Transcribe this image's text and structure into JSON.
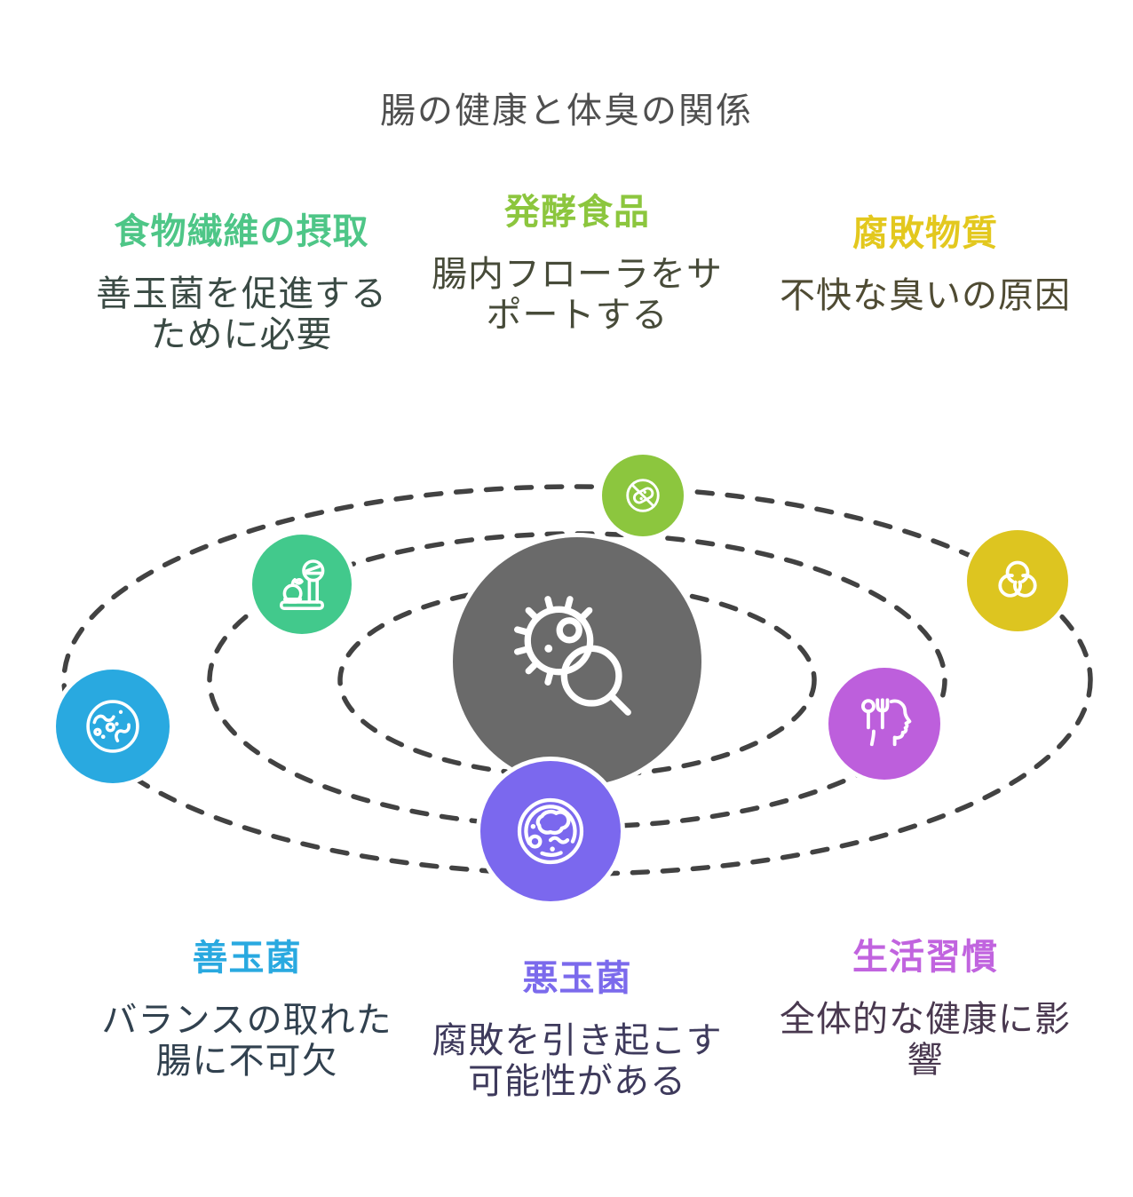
{
  "title": {
    "text": "腸の健康と体臭の関係",
    "color": "#4f4f4f"
  },
  "topics": [
    {
      "id": "fiber",
      "heading": "食物繊維の摂取",
      "body": "善玉菌を促進する\nために必要",
      "heading_color": "#4ec687",
      "body_color": "#3a4a44"
    },
    {
      "id": "fermented",
      "heading": "発酵食品",
      "body": "腸内フローラをサ\nポートする",
      "heading_color": "#8cc63e",
      "body_color": "#474b39"
    },
    {
      "id": "putrefactive",
      "heading": "腐敗物質",
      "body": "不快な臭いの原因",
      "heading_color": "#e3c81e",
      "body_color": "#4f4b33"
    },
    {
      "id": "good-bacteria",
      "heading": "善玉菌",
      "body": "バランスの取れた\n腸に不可欠",
      "heading_color": "#29a9e0",
      "body_color": "#31414f"
    },
    {
      "id": "bad-bacteria",
      "heading": "悪玉菌",
      "body": "腐敗を引き起こす\n可能性がある",
      "heading_color": "#7b6aec",
      "body_color": "#3e3a5c"
    },
    {
      "id": "lifestyle",
      "heading": "生活習慣",
      "body": "全体的な健康に影\n響",
      "heading_color": "#c164df",
      "body_color": "#49384f"
    }
  ],
  "diagram": {
    "orbit_color": "#424242",
    "background": "#ffffff",
    "nodes": [
      {
        "id": "center-hub",
        "icon": "microbe-magnifier-icon",
        "color": "#6a6a6a"
      },
      {
        "id": "no-bacteria",
        "icon": "no-bacteria-icon",
        "color": "#8cc63e"
      },
      {
        "id": "food-scale",
        "icon": "food-scale-icon",
        "color": "#42c98c"
      },
      {
        "id": "petri-good",
        "icon": "petri-dish-icon",
        "color": "#29a9e0"
      },
      {
        "id": "biohazard",
        "icon": "biohazard-icon",
        "color": "#ddc520"
      },
      {
        "id": "diet-face",
        "icon": "diet-face-icon",
        "color": "#bd5fdc"
      },
      {
        "id": "petri-bad",
        "icon": "petri-colony-icon",
        "color": "#7b68ee"
      }
    ]
  }
}
